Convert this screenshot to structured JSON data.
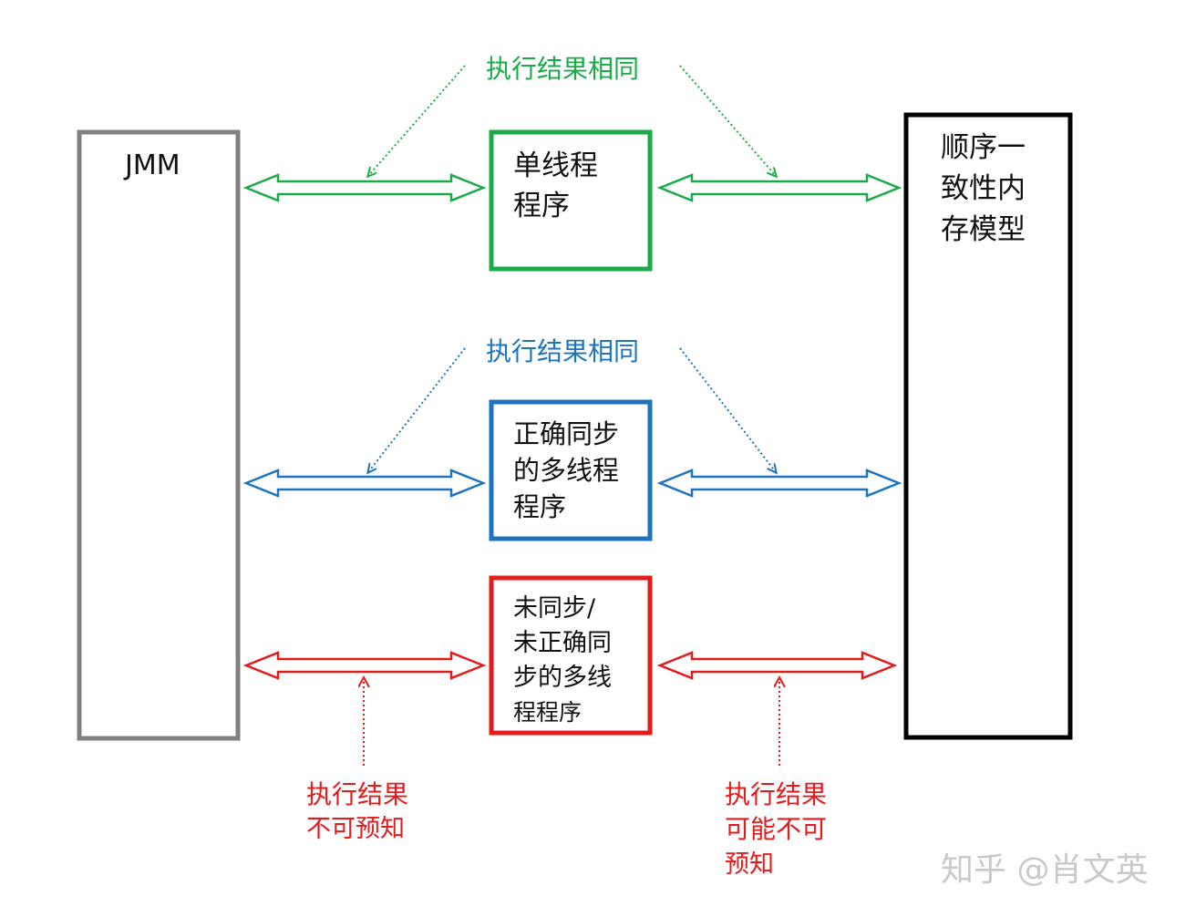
{
  "colors": {
    "green": "#1aab48",
    "blue": "#1e73be",
    "red": "#e31b1b",
    "gray": "#808080",
    "black": "#000000",
    "watermark": "#c9c9c9"
  },
  "left_box": {
    "label": "JMM"
  },
  "right_box": {
    "lines": [
      "顺序一",
      "致性内",
      "存模型"
    ]
  },
  "rows": {
    "single": {
      "note": "执行结果相同",
      "box_lines": [
        "单线程",
        "程序"
      ]
    },
    "correct_sync": {
      "note": "执行结果相同",
      "box_lines": [
        "正确同步",
        "的多线程",
        "程序"
      ]
    },
    "unsync": {
      "box_lines": [
        "未同步/",
        "未正确同",
        "步的多线",
        "程程序"
      ],
      "note_left": [
        "执行结果",
        "不可预知"
      ],
      "note_right": [
        "执行结果",
        "可能不可",
        "预知"
      ]
    }
  },
  "watermark": "知乎 @肖文英"
}
